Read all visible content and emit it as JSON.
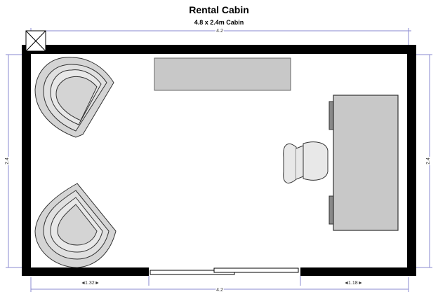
{
  "title": "Rental Cabin",
  "subtitle": "4.8 x 2.4m Cabin",
  "dimensions": {
    "top_width": "4.2",
    "bottom_width": "4.2",
    "left_height": "2.4",
    "right_height": "2.4",
    "left_segment": "1.32",
    "right_segment": "1.18"
  },
  "colors": {
    "wall": "#000000",
    "furniture_fill": "#c8c8c8",
    "chair_fill": "#d4d4d4",
    "dimension_line": "#8a8ad0"
  },
  "icons": {
    "corner_marker": "x-box-icon",
    "arrow_left": "◄",
    "arrow_right": "►"
  }
}
